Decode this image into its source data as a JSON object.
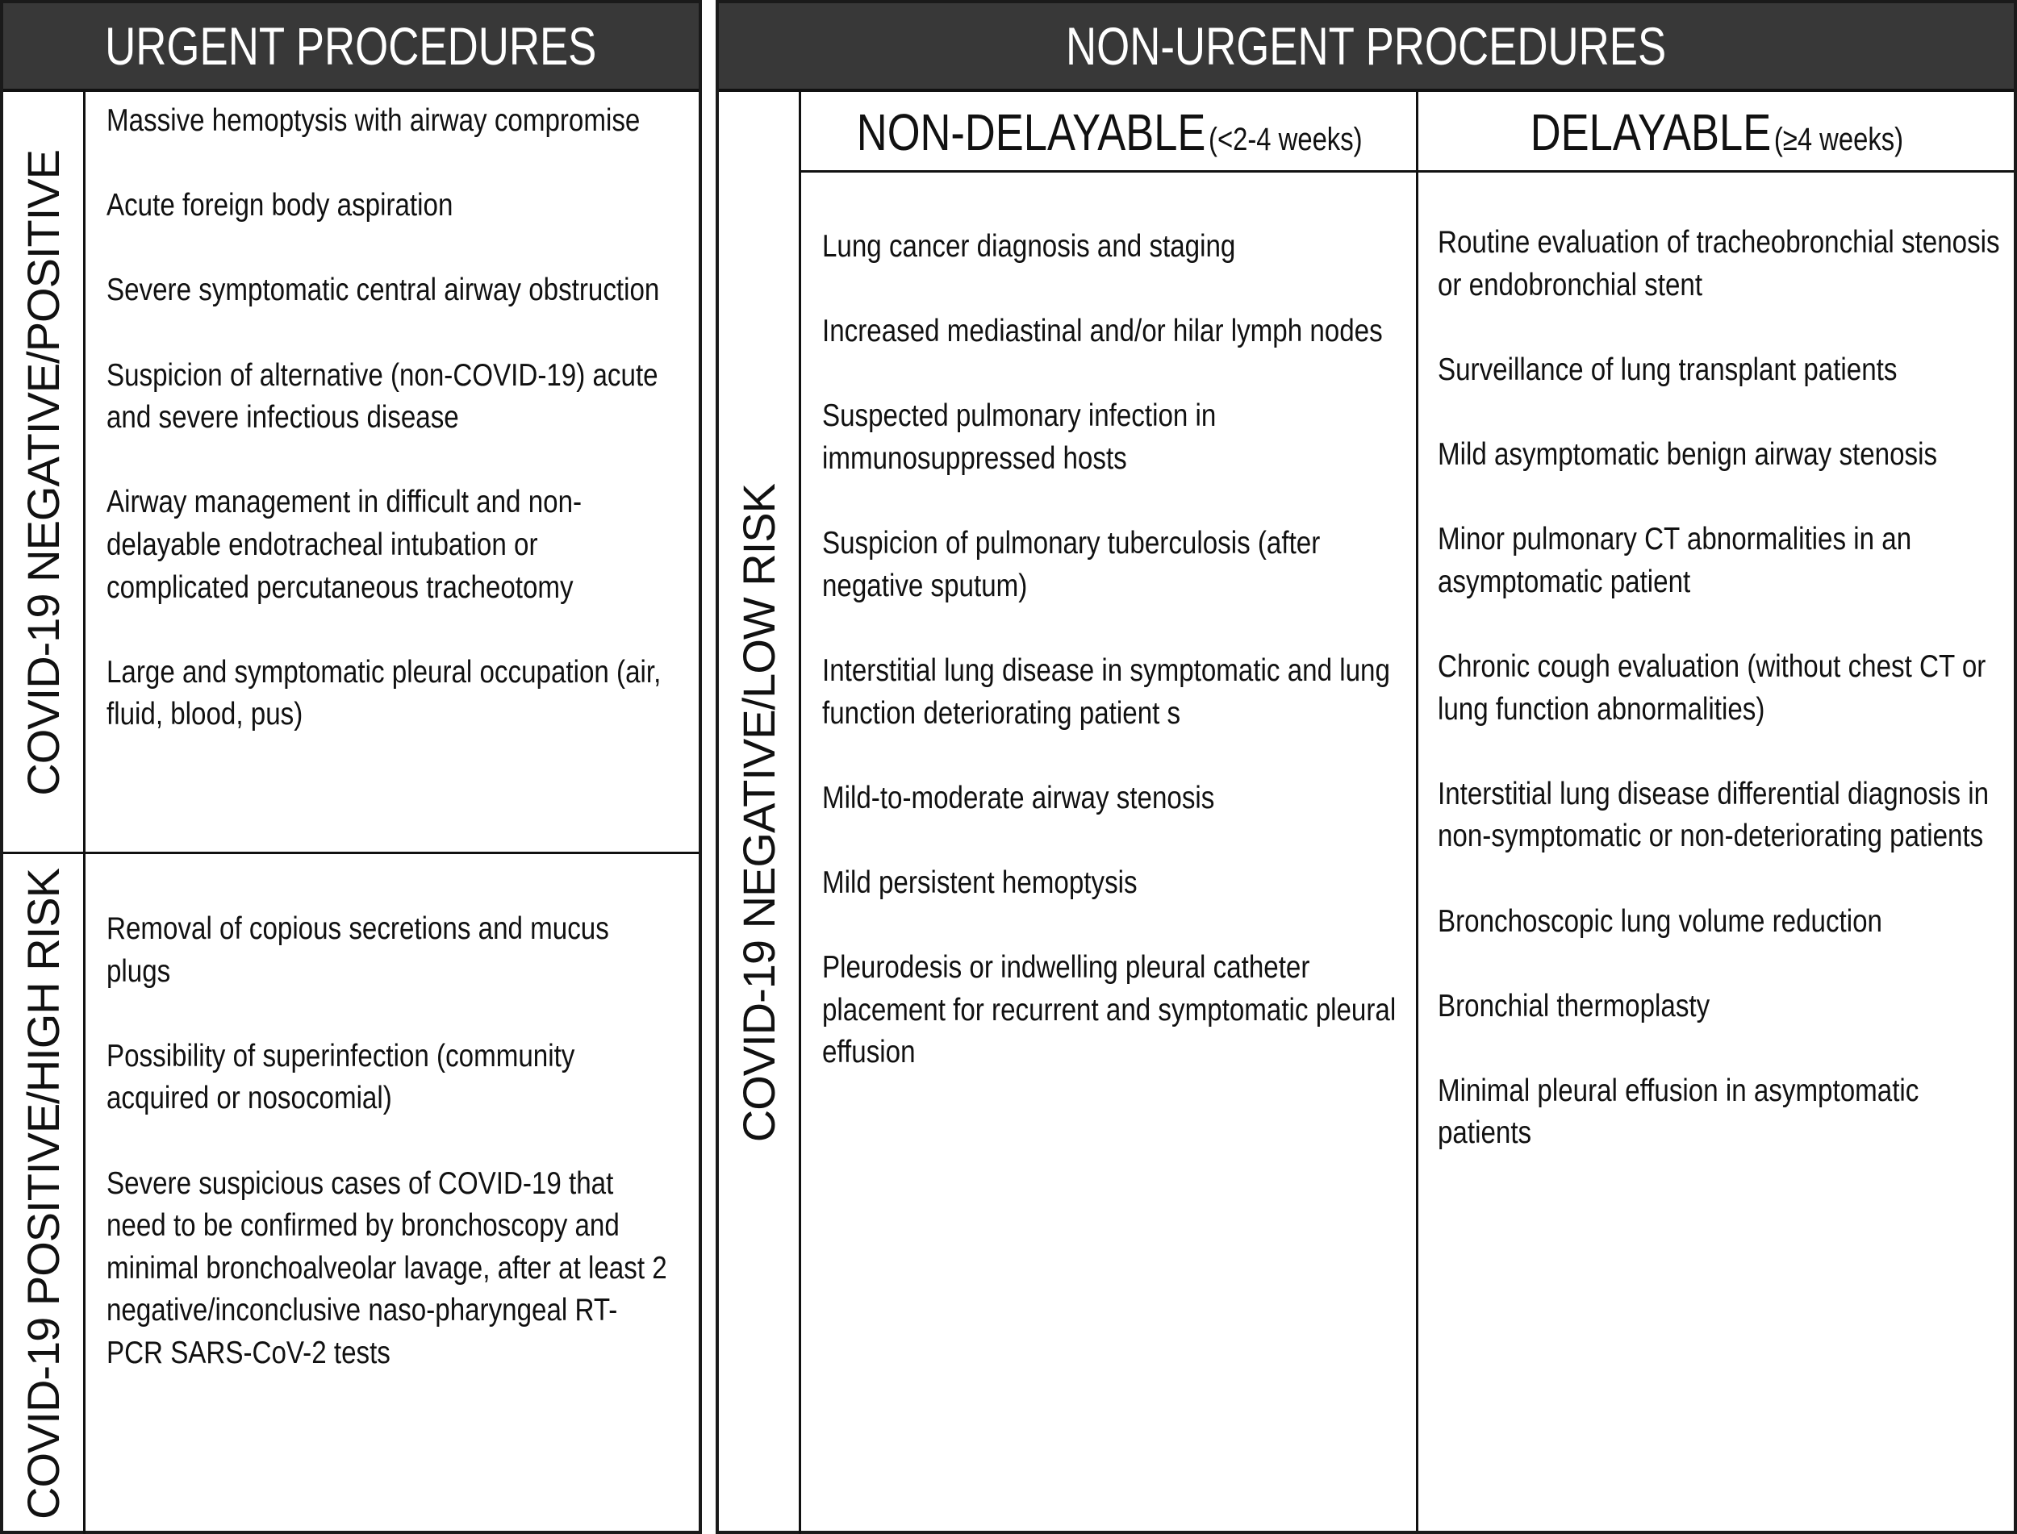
{
  "urgent": {
    "header": "URGENT PROCEDURES",
    "groups": [
      {
        "label": "COVID-19 NEGATIVE/POSITIVE",
        "items": [
          "Massive hemoptysis with airway compromise",
          "Acute foreign body aspiration",
          "Severe symptomatic central airway obstruction",
          "Suspicion of alternative (non-COVID-19) acute and severe infectious disease",
          "Airway management in difficult and non-delayable endotracheal intubation or complicated percutaneous tracheotomy",
          "Large and symptomatic pleural occupation (air, fluid, blood, pus)"
        ]
      },
      {
        "label": "COVID-19 POSITIVE/HIGH RISK",
        "items": [
          "Removal of copious secretions and mucus plugs",
          "Possibility of superinfection (community acquired or nosocomial)",
          "Severe suspicious cases of COVID-19 that need to be confirmed by bronchoscopy and minimal bronchoalveolar lavage, after at least 2 negative/inconclusive naso-pharyngeal RT-PCR SARS-CoV-2 tests"
        ]
      }
    ]
  },
  "non_urgent": {
    "header": "NON-URGENT PROCEDURES",
    "side_label": "COVID-19 NEGATIVE/LOW RISK",
    "columns": [
      {
        "title": "NON-DELAYABLE",
        "qualifier": "(<2-4 weeks)",
        "items": [
          "Lung cancer diagnosis and staging",
          "Increased mediastinal and/or hilar lymph nodes",
          "Suspected pulmonary infection in immunosuppressed hosts",
          "Suspicion of pulmonary tuberculosis (after negative sputum)",
          "Interstitial lung disease in symptomatic and lung function deteriorating patient s",
          "Mild-to-moderate airway stenosis",
          "Mild persistent hemoptysis",
          "Pleurodesis or indwelling pleural catheter placement for recurrent and symptomatic pleural effusion"
        ]
      },
      {
        "title": "DELAYABLE",
        "qualifier": "(≥4 weeks)",
        "items": [
          "Routine evaluation of tracheobronchial stenosis or endobronchial stent",
          "Surveillance of lung transplant patients",
          "Mild asymptomatic benign airway stenosis",
          "Minor pulmonary CT abnormalities in an asymptomatic patient",
          "Chronic cough evaluation (without chest CT or lung function abnormalities)",
          "Interstitial lung disease differential diagnosis in non-symptomatic or non-deteriorating patients",
          "Bronchoscopic lung volume reduction",
          "Bronchial thermoplasty",
          "Minimal pleural effusion in asymptomatic patients"
        ]
      }
    ]
  },
  "colors": {
    "header_bg": "#383838",
    "header_text": "#ffffff",
    "border": "#111111"
  }
}
